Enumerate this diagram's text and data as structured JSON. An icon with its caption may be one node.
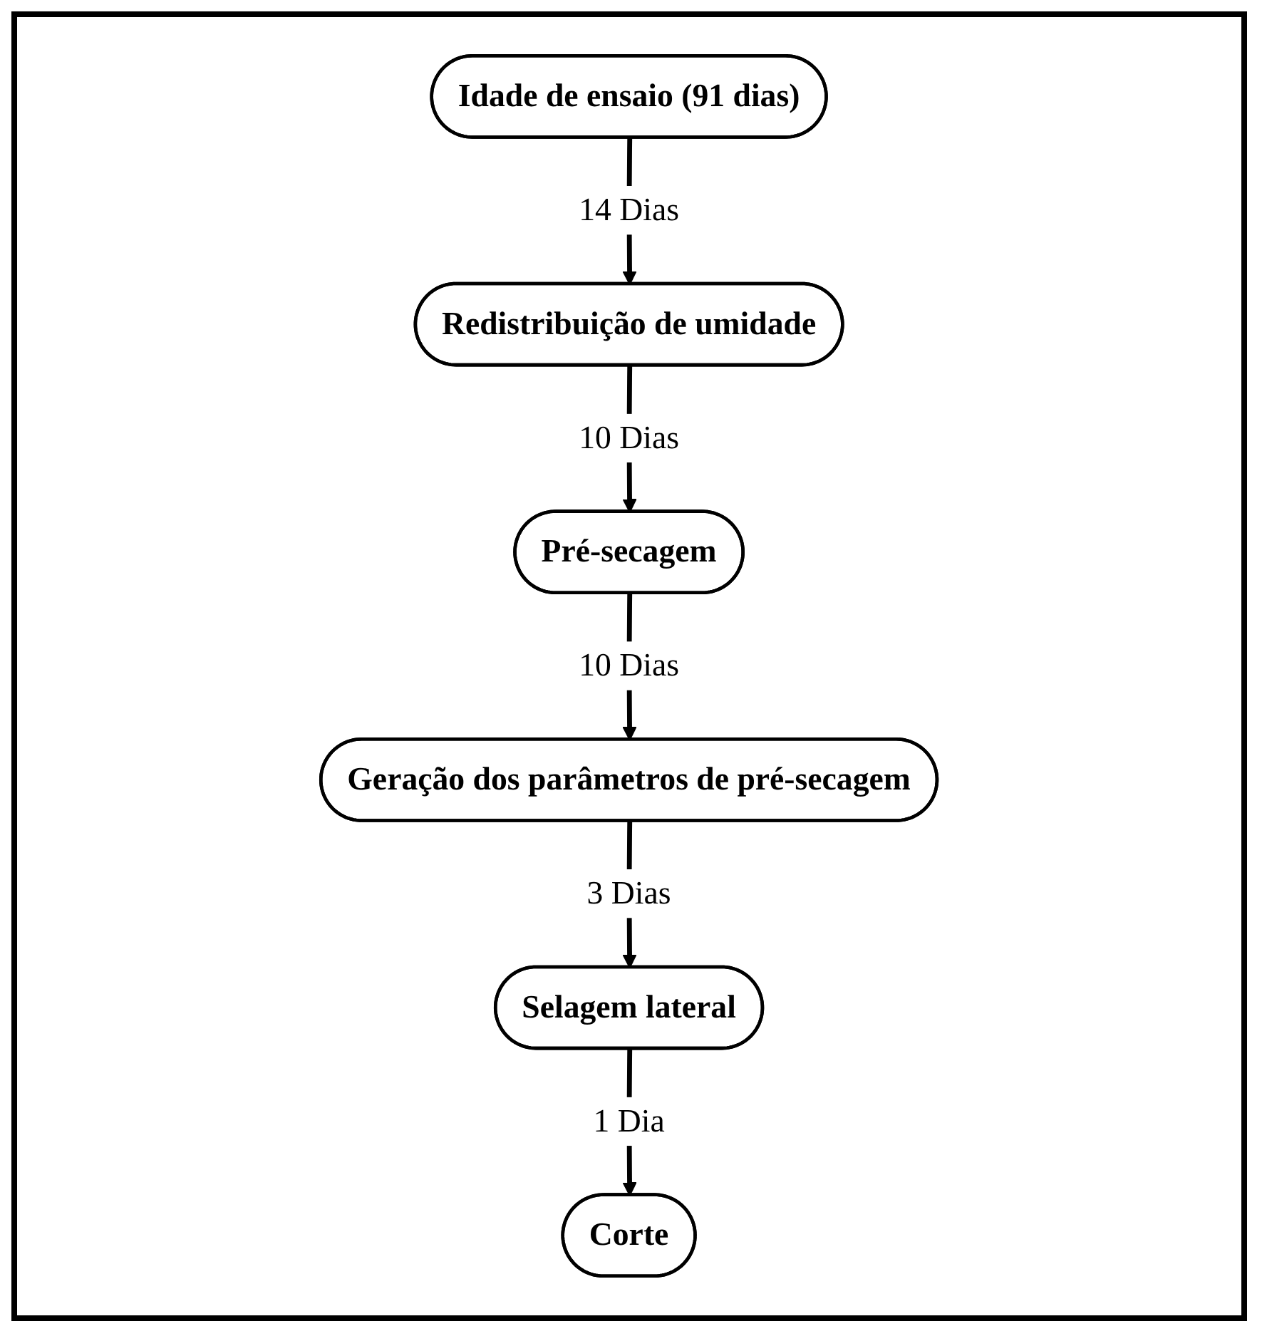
{
  "diagram": {
    "nodes": [
      {
        "text": [
          "Idade de ensaio (91 dias)"
        ]
      },
      {
        "text": [
          "Redistribuição de umidade"
        ]
      },
      {
        "text": [
          "Pré-secagem"
        ]
      },
      {
        "text": [
          "Geração dos parâmetros de pré-secagem"
        ]
      },
      {
        "text": [
          "Selagem lateral"
        ]
      },
      {
        "text": [
          "Corte"
        ]
      }
    ],
    "edges": [
      {
        "from": 0,
        "to": 1,
        "arrow": "to",
        "label": "14 Dias"
      },
      {
        "from": 1,
        "to": 2,
        "arrow": "to",
        "label": "10 Dias"
      },
      {
        "from": 2,
        "to": 3,
        "arrow": "to",
        "label": "10 Dias"
      },
      {
        "from": 3,
        "to": 4,
        "arrow": "to",
        "label": "3 Dias"
      },
      {
        "from": 4,
        "to": 5,
        "arrow": "to",
        "label": "1 Dia"
      }
    ]
  }
}
